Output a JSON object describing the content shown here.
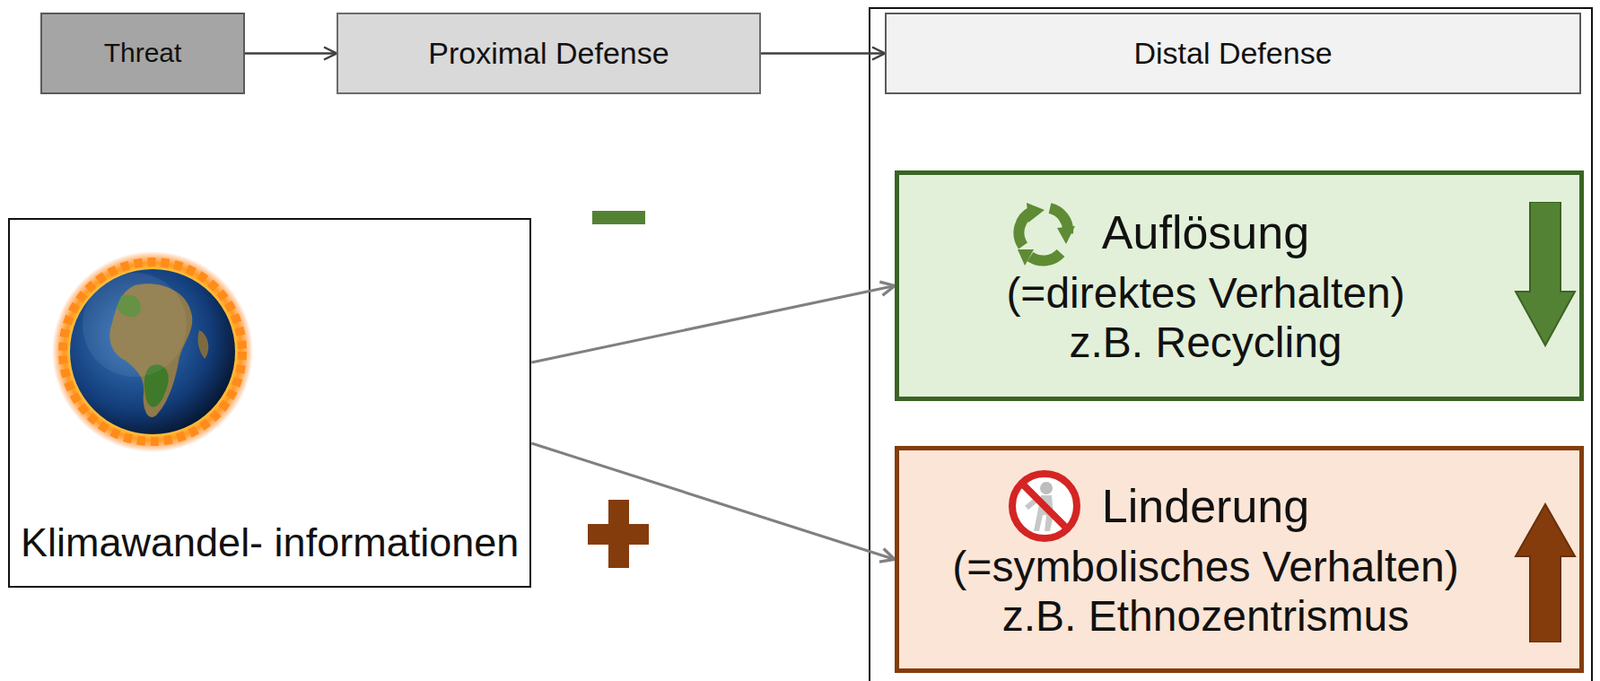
{
  "diagram": {
    "nodes": [
      {
        "text": [
          "Threat"
        ]
      },
      {
        "text": [
          "Proximal Defense"
        ]
      },
      {
        "text": [
          "Distal Defense"
        ]
      },
      {
        "text": [
          "Klimawandel- informationen"
        ]
      },
      {
        "text": [
          "Auflösung",
          "(=direktes Verhalten)",
          "z.B. Recycling"
        ]
      },
      {
        "text": [
          "Linderung",
          "(=symbolisches Verhalten)",
          "z.B. Ethnozentrismus"
        ]
      }
    ],
    "edges": [
      {
        "from": 0,
        "to": 1,
        "arrow": "to"
      },
      {
        "from": 1,
        "to": 2,
        "arrow": "to"
      },
      {
        "from": 3,
        "to": 4,
        "arrow": "to"
      },
      {
        "from": 3,
        "to": 5,
        "arrow": "to"
      }
    ]
  }
}
